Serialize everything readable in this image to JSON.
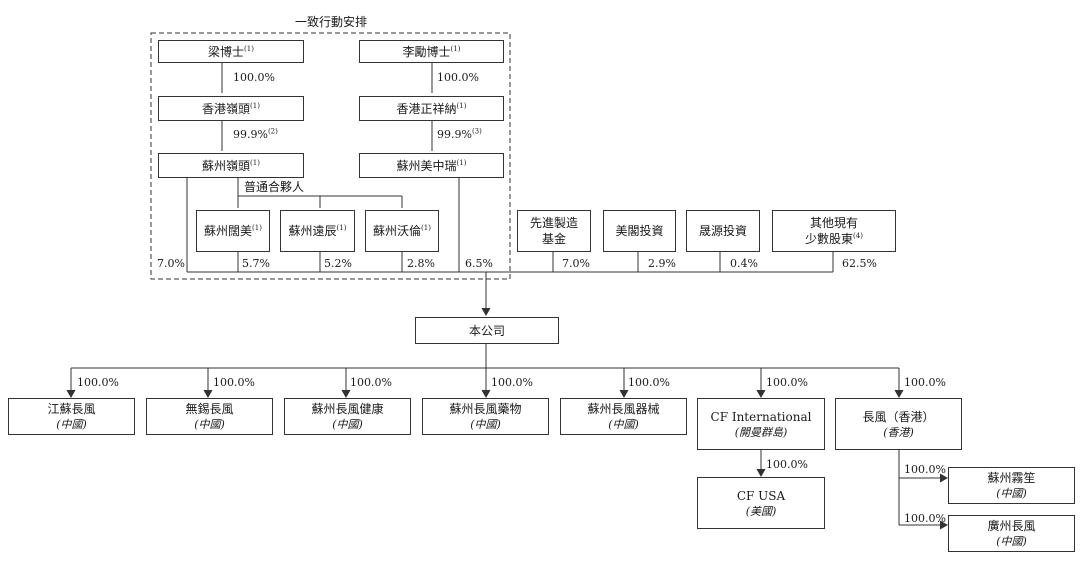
{
  "group_label": "一致行動安排",
  "partner_label": "普通合夥人",
  "entities": {
    "liang": {
      "name": "梁博士",
      "note": "(1)"
    },
    "li": {
      "name": "李勵博士",
      "note": "(1)"
    },
    "hk_lingtou": {
      "name": "香港嶺頭",
      "note": "(1)"
    },
    "hk_zhengxiangna": {
      "name": "香港正祥納",
      "note": "(1)"
    },
    "sz_lingtou": {
      "name": "蘇州嶺頭",
      "note": "(1)"
    },
    "sz_meizhongrui": {
      "name": "蘇州美中瑞",
      "note": "(1)"
    },
    "sz_kuaimei": {
      "name": "蘇州闊美",
      "note": "(1)"
    },
    "sz_yuanchen": {
      "name": "蘇州遠辰",
      "note": "(1)"
    },
    "sz_wolun": {
      "name": "蘇州沃倫",
      "note": "(1)"
    },
    "fund": {
      "line1": "先進製造",
      "line2": "基金"
    },
    "meige": {
      "name": "美閣投資"
    },
    "shengyuan": {
      "name": "晟源投資"
    },
    "minority": {
      "line1": "其他現有",
      "line2": "少數股東",
      "note": "(4)"
    },
    "company": {
      "name": "本公司"
    },
    "jiangsu": {
      "name": "江蘇長風",
      "sub": "(中國)"
    },
    "wuxi": {
      "name": "無錫長風",
      "sub": "(中國)"
    },
    "sz_health": {
      "name": "蘇州長風健康",
      "sub": "(中國)"
    },
    "sz_pharma": {
      "name": "蘇州長風藥物",
      "sub": "(中國)"
    },
    "sz_device": {
      "name": "蘇州長風器械",
      "sub": "(中國)"
    },
    "cf_intl": {
      "name": "CF International",
      "sub": "(開曼群島)"
    },
    "cf_hk": {
      "name": "長風（香港）",
      "sub": "(香港)"
    },
    "cf_usa": {
      "name": "CF USA",
      "sub": "(美國)"
    },
    "sz_wuyu": {
      "name": "蘇州霧笙",
      "sub": "(中國)"
    },
    "gz": {
      "name": "廣州長風",
      "sub": "(中國)"
    }
  },
  "percentages": {
    "liang_to_hk": "100.0%",
    "li_to_hk": "100.0%",
    "hk_lingtou_to_sz": "99.9%",
    "hk_lingtou_to_sz_note": "(2)",
    "hk_zxn_to_sz": "99.9%",
    "hk_zxn_to_sz_note": "(3)",
    "sz_lingtou_stake": "7.0%",
    "kuaimei_stake": "5.7%",
    "yuanchen_stake": "5.2%",
    "wolun_stake": "2.8%",
    "meizhongrui_stake": "6.5%",
    "fund_stake": "7.0%",
    "meige_stake": "2.9%",
    "shengyuan_stake": "0.4%",
    "minority_stake": "62.5%",
    "sub_jiangsu": "100.0%",
    "sub_wuxi": "100.0%",
    "sub_health": "100.0%",
    "sub_pharma": "100.0%",
    "sub_device": "100.0%",
    "sub_cf_intl": "100.0%",
    "sub_cf_hk": "100.0%",
    "sub_cf_usa": "100.0%",
    "sub_wuyu": "100.0%",
    "sub_gz": "100.0%"
  }
}
